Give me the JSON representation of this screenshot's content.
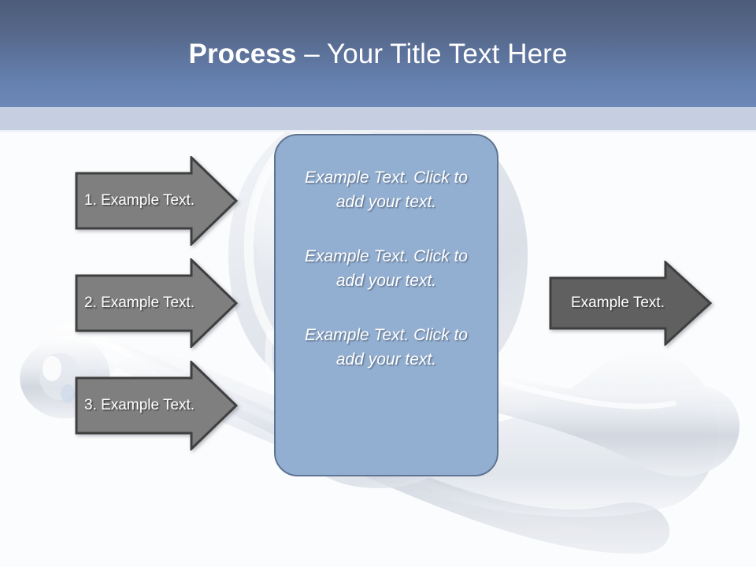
{
  "slide": {
    "title_strong": "Process",
    "title_rest": " – Your Title Text Here",
    "background_art": "glass-skull-and-crossbones",
    "colors": {
      "header_gradient_top": "#4c5c79",
      "header_gradient_bottom": "#6d88b8",
      "header_underband": "#c6cfe1",
      "center_panel_fill": "#92aed0",
      "center_panel_border": "#5f7492",
      "arrow_left_fill": "#7f7f7f",
      "arrow_right_fill": "#606060",
      "arrow_outline": "#3f3f3f",
      "slide_background": "#fbfcfd",
      "text_white": "#ffffff"
    }
  },
  "left_arrows": [
    {
      "label": "1. Example Text."
    },
    {
      "label": "2. Example Text."
    },
    {
      "label": "3. Example Text."
    }
  ],
  "center_panel": {
    "paragraphs": [
      "Example Text. Click  to add your text.",
      "Example Text. Click  to add your text.",
      "Example Text. Click  to add your text."
    ]
  },
  "right_arrow": {
    "label": "Example Text."
  }
}
